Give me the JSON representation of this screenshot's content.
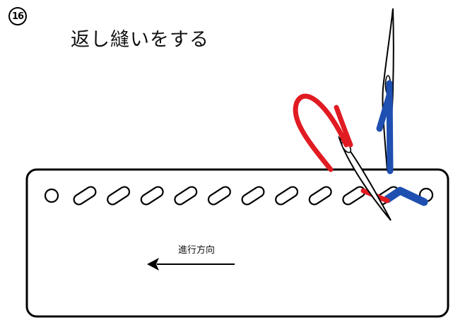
{
  "step": {
    "number": "16",
    "title": "返し縫いをする"
  },
  "direction": {
    "label": "進行方向",
    "arrow": "left-arrow"
  },
  "stitches": {
    "slot_count": 10,
    "hole_count": 2
  },
  "colors": {
    "thread_front": "#e11b22",
    "thread_back": "#1f4fb0",
    "outline": "#000000",
    "background": "#ffffff"
  },
  "icons": {
    "needles": [
      "needle-icon",
      "needle-icon"
    ]
  }
}
